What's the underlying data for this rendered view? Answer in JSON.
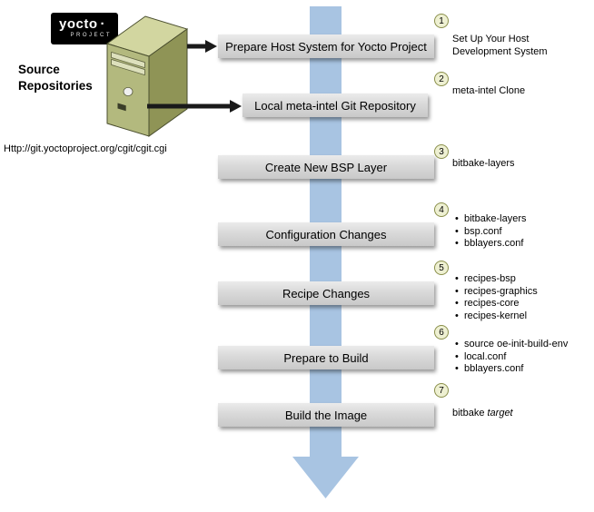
{
  "logo": {
    "brand": "yocto",
    "dot": "·",
    "tagline": "PROJECT"
  },
  "source_repositories": {
    "title_line1": "Source",
    "title_line2": "Repositories",
    "url": "Http://git.yoctoproject.org/cgit/cgit.cgi"
  },
  "steps": [
    {
      "num": "1",
      "label": "Prepare Host System for Yocto Project",
      "note_lines": [
        "Set Up Your Host",
        "Development System"
      ]
    },
    {
      "num": "2",
      "label": "Local meta-intel Git Repository",
      "note_lines": [
        "meta-intel Clone"
      ]
    },
    {
      "num": "3",
      "label": "Create New BSP Layer",
      "note_lines": [
        "bitbake-layers"
      ]
    },
    {
      "num": "4",
      "label": "Configuration Changes",
      "bullets": [
        "bitbake-layers",
        "bsp.conf",
        "bblayers.conf"
      ]
    },
    {
      "num": "5",
      "label": "Recipe Changes",
      "bullets": [
        "recipes-bsp",
        "recipes-graphics",
        "recipes-core",
        "recipes-kernel"
      ]
    },
    {
      "num": "6",
      "label": "Prepare to Build",
      "bullets": [
        "source oe-init-build-env",
        "local.conf",
        "bblayers.conf"
      ]
    },
    {
      "num": "7",
      "label": "Build the Image",
      "note_command": "bitbake",
      "note_argument": "target"
    }
  ],
  "colors": {
    "flow_arrow_blue": "#a8c4e2",
    "step_box_gray": "#d9d9d9",
    "badge_fill": "#eef0d2",
    "badge_border": "#8a8f4a",
    "tower_front": "#b3b97e",
    "tower_side": "#8f9456",
    "tower_top": "#d2d6a0",
    "connector_black": "#1a1a1a",
    "logo_background": "#000000"
  }
}
